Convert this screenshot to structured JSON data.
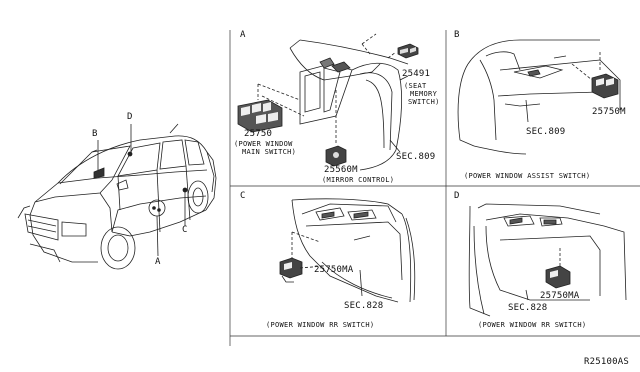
{
  "vehicle": {
    "callouts": {
      "a": "A",
      "b": "B",
      "c": "C",
      "d": "D"
    }
  },
  "panels": {
    "a": {
      "letter": "A",
      "parts": [
        {
          "number": "25491",
          "name": "(SEAT MEMORY SWITCH)",
          "name_lines": [
            "(SEAT",
            "MEMORY",
            "SWITCH)"
          ]
        },
        {
          "number": "25750",
          "name": "(POWER WINDOW MAIN SWITCH)",
          "name_lines": [
            "(POWER WINDOW",
            "MAIN SWITCH)"
          ]
        },
        {
          "number": "25560M",
          "name": "(MIRROR CONTROL)"
        }
      ],
      "section": "SEC.809"
    },
    "b": {
      "letter": "B",
      "part": "25750M",
      "section": "SEC.809",
      "caption": "(POWER WINDOW ASSIST SWITCH)"
    },
    "c": {
      "letter": "C",
      "part": "25750MA",
      "section": "SEC.828",
      "caption": "(POWER WINDOW RR SWITCH)"
    },
    "d": {
      "letter": "D",
      "part": "25750MA",
      "section": "SEC.828",
      "caption": "(POWER WINDOW RR SWITCH)"
    }
  },
  "diagram_code": "R25100AS"
}
